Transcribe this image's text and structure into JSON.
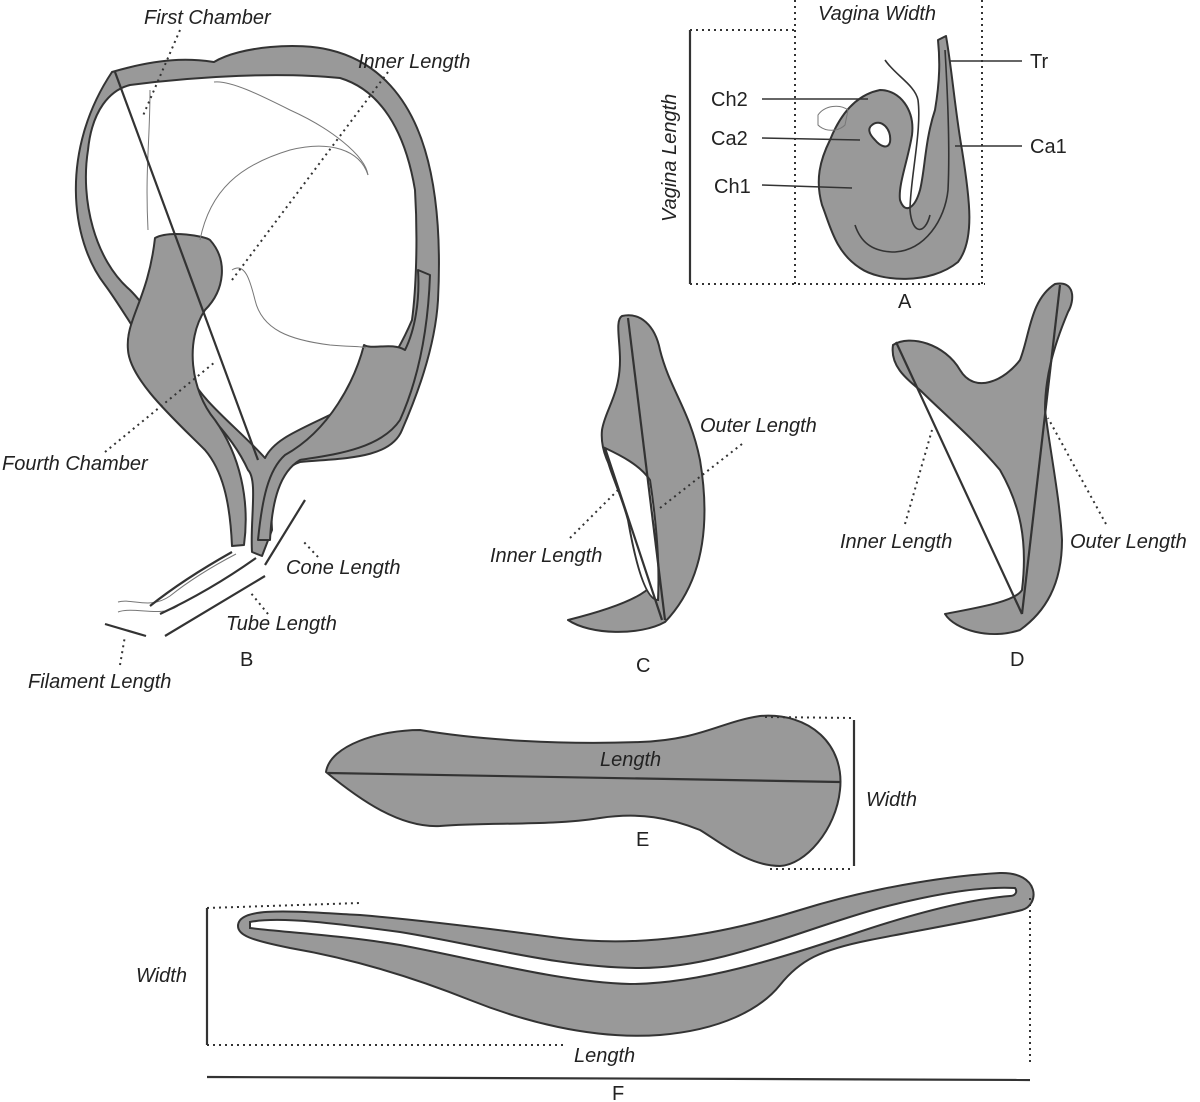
{
  "labels": {
    "first_chamber": "First Chamber",
    "inner_length": "Inner Length",
    "fourth_chamber": "Fourth Chamber",
    "cone_length": "Cone Length",
    "tube_length": "Tube Length",
    "filament_length": "Filament Length",
    "vagina_width": "Vagina Width",
    "vagina_length": "Vagina Length",
    "tr": "Tr",
    "ch2": "Ch2",
    "ca2": "Ca2",
    "ch1": "Ch1",
    "ca1": "Ca1",
    "outer_length": "Outer Length",
    "length": "Length",
    "width": "Width"
  },
  "panels": {
    "a": "A",
    "b": "B",
    "c": "C",
    "d": "D",
    "e": "E",
    "f": "F"
  },
  "colors": {
    "fill": "#999999",
    "stroke": "#333333"
  }
}
